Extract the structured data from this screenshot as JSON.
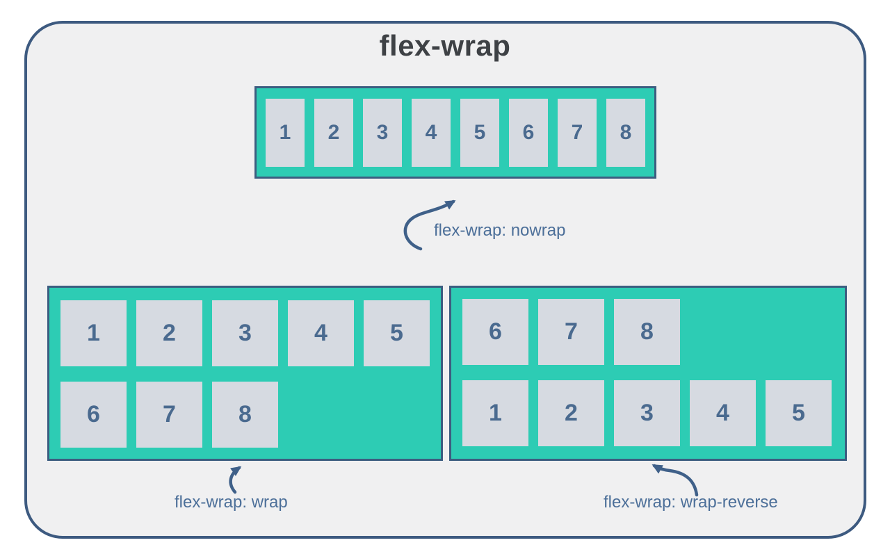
{
  "title": "flex-wrap",
  "containers": {
    "nowrap": {
      "label": "flex-wrap: nowrap",
      "items": [
        "1",
        "2",
        "3",
        "4",
        "5",
        "6",
        "7",
        "8"
      ]
    },
    "wrap": {
      "label": "flex-wrap: wrap",
      "items": [
        "1",
        "2",
        "3",
        "4",
        "5",
        "6",
        "7",
        "8"
      ]
    },
    "wrap_reverse": {
      "label": "flex-wrap: wrap-reverse",
      "items": [
        "1",
        "2",
        "3",
        "4",
        "5",
        "6",
        "7",
        "8"
      ]
    }
  },
  "colors": {
    "container_teal": "#2dccb4",
    "item_gray": "#d6dae1",
    "border_navy": "#3c5d80",
    "frame_border": "#3d5a80",
    "frame_background": "#f0f0f1",
    "number_text": "#4a6a8f",
    "caption_text": "#4c6f99",
    "title_text": "#3e4145",
    "arrow": "#3f6089"
  }
}
